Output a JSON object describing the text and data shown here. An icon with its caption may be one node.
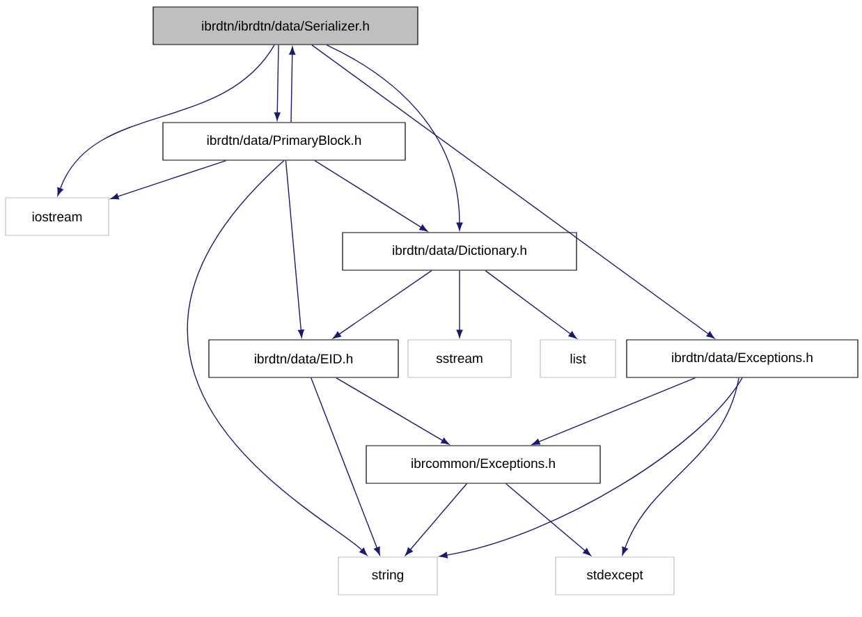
{
  "diagram": {
    "nodes": [
      {
        "text": [
          "ibrdtn/ibrdtn/data/Serializer.h"
        ]
      },
      {
        "text": [
          "ibrdtn/data/PrimaryBlock.h"
        ]
      },
      {
        "text": [
          "iostream"
        ]
      },
      {
        "text": [
          "ibrdtn/data/Dictionary.h"
        ]
      },
      {
        "text": [
          "ibrdtn/data/EID.h"
        ]
      },
      {
        "text": [
          "sstream"
        ]
      },
      {
        "text": [
          "list"
        ]
      },
      {
        "text": [
          "ibrdtn/data/Exceptions.h"
        ]
      },
      {
        "text": [
          "ibrcommon/Exceptions.h"
        ]
      },
      {
        "text": [
          "string"
        ]
      },
      {
        "text": [
          "stdexcept"
        ]
      }
    ],
    "edges": [
      {
        "from": 0,
        "to": 1,
        "arrow": "to"
      },
      {
        "from": 1,
        "to": 0,
        "arrow": "to"
      },
      {
        "from": 0,
        "to": 2,
        "arrow": "to"
      },
      {
        "from": 0,
        "to": 3,
        "arrow": "to"
      },
      {
        "from": 0,
        "to": 7,
        "arrow": "to"
      },
      {
        "from": 1,
        "to": 2,
        "arrow": "to"
      },
      {
        "from": 1,
        "to": 3,
        "arrow": "to"
      },
      {
        "from": 1,
        "to": 4,
        "arrow": "to"
      },
      {
        "from": 1,
        "to": 9,
        "arrow": "to"
      },
      {
        "from": 3,
        "to": 4,
        "arrow": "to"
      },
      {
        "from": 3,
        "to": 5,
        "arrow": "to"
      },
      {
        "from": 3,
        "to": 6,
        "arrow": "to"
      },
      {
        "from": 4,
        "to": 8,
        "arrow": "to"
      },
      {
        "from": 4,
        "to": 9,
        "arrow": "to"
      },
      {
        "from": 7,
        "to": 8,
        "arrow": "to"
      },
      {
        "from": 7,
        "to": 9,
        "arrow": "to"
      },
      {
        "from": 7,
        "to": 10,
        "arrow": "to"
      },
      {
        "from": 8,
        "to": 9,
        "arrow": "to"
      },
      {
        "from": 8,
        "to": 10,
        "arrow": "to"
      }
    ]
  }
}
